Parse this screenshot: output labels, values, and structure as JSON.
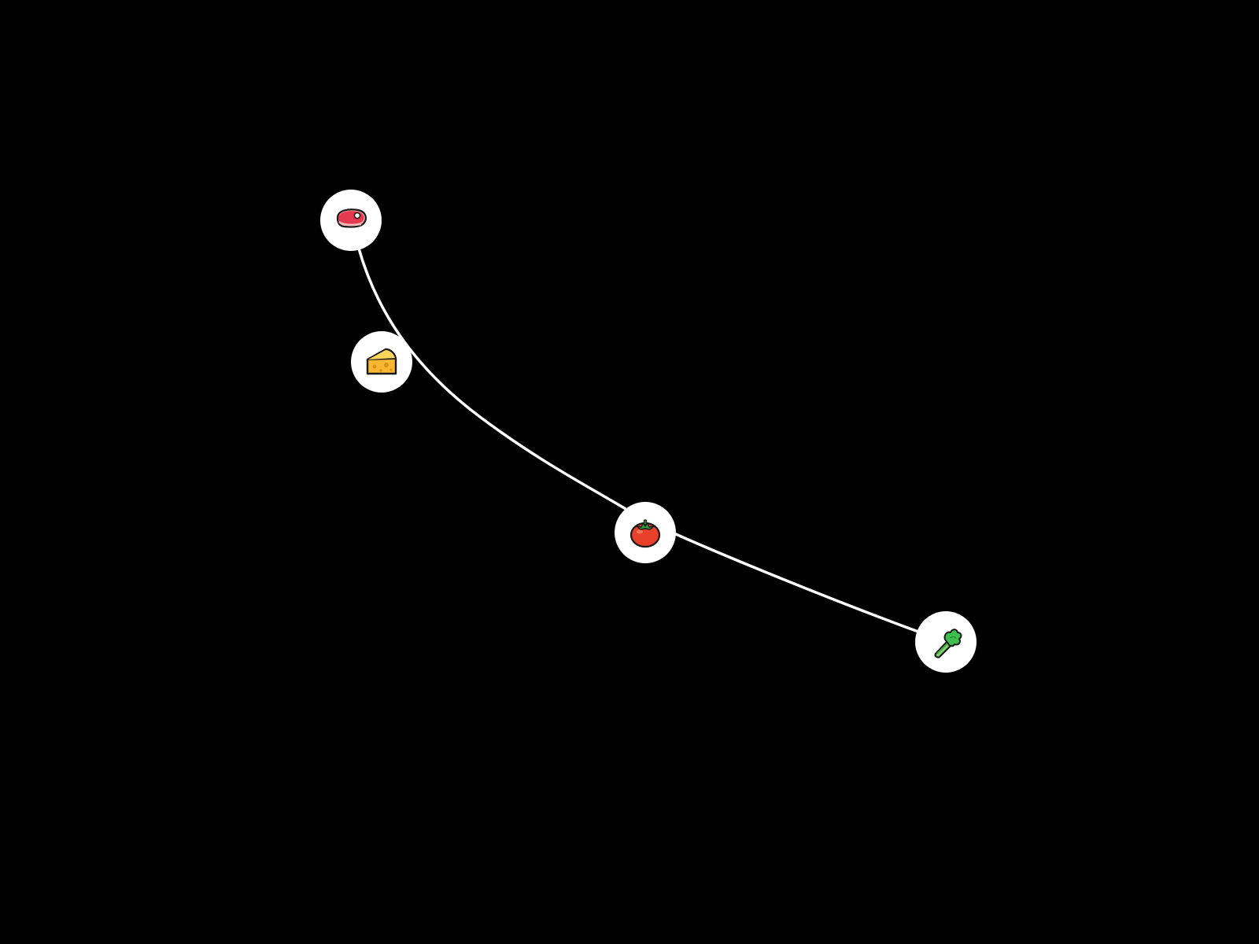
{
  "path": {
    "stroke_color": "#ffffff",
    "background_color": "#000000"
  },
  "nodes": [
    {
      "id": "meat",
      "icon": "meat-icon"
    },
    {
      "id": "cheese",
      "icon": "cheese-icon"
    },
    {
      "id": "tomato",
      "icon": "tomato-icon"
    },
    {
      "id": "celery",
      "icon": "celery-icon"
    }
  ]
}
